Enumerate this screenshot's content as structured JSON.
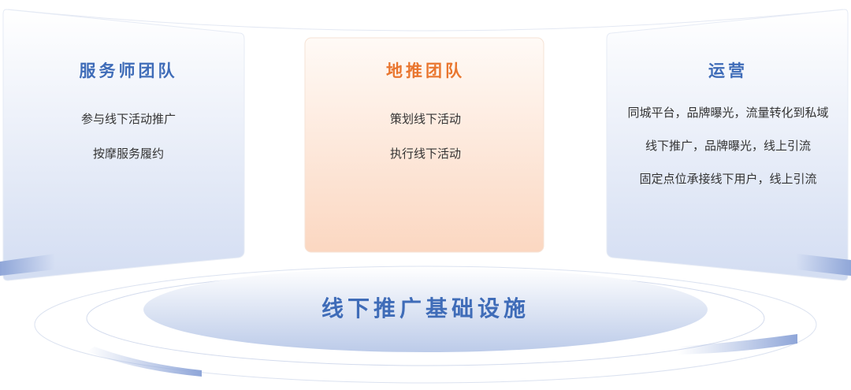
{
  "panels": {
    "left": {
      "title": "服务师团队",
      "items": [
        "参与线下活动推广",
        "按摩服务履约"
      ]
    },
    "center": {
      "title": "地推团队",
      "items": [
        "策划线下活动",
        "执行线下活动"
      ]
    },
    "right": {
      "title": "运营",
      "items": [
        "同城平台，品牌曝光，流量转化到私域",
        "线下推广，品牌曝光，线上引流",
        "固定点位承接线下用户，线上引流"
      ]
    }
  },
  "foundation": {
    "label": "线下推广基础设施"
  },
  "colors": {
    "blue_title": "#3f6cb8",
    "orange_title": "#e9762f",
    "panel_blue": "#d6e0f4",
    "panel_orange": "#fbd9c4"
  }
}
